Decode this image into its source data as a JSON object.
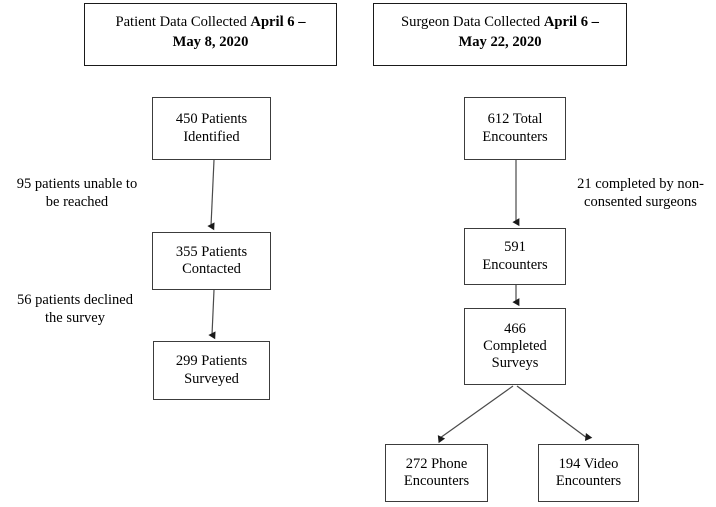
{
  "figure": {
    "type": "flow-diagram",
    "title": "Patient and Surgeon data collection flow diagram",
    "background_color": "#ffffff",
    "line_color": "#3c3c3c",
    "text_color": "#000000"
  },
  "headers": [
    {
      "name": "patient-data-header",
      "prefix": "Patient Data Collected ",
      "bold_part": "April 6 –",
      "line2_bold": "May 8, 2020",
      "full_text": "Patient Data Collected April 6 – May 8, 2020"
    },
    {
      "name": "surgeon-data-header",
      "prefix": "Surgeon Data Collected ",
      "bold_part": "April 6 –",
      "line2_bold": "May 22, 2020",
      "full_text": "Surgeon Data Collected April 6 – May 22, 2020"
    }
  ],
  "patient_branch": {
    "nodes": [
      {
        "id": "patients-identified",
        "count": 450,
        "line1": "450 Patients",
        "line2": "Identified"
      },
      {
        "id": "patients-contacted",
        "count": 355,
        "line1": "355 Patients",
        "line2": "Contacted"
      },
      {
        "id": "patients-surveyed",
        "count": 299,
        "line1": "299 Patients",
        "line2": "Surveyed"
      }
    ],
    "annotations": [
      {
        "id": "unreachable-note",
        "count": 95,
        "line1": "95 patients unable to",
        "line2": "be reached"
      },
      {
        "id": "declined-note",
        "count": 56,
        "line1": "56 patients declined",
        "line2": "the survey"
      }
    ]
  },
  "surgeon_branch": {
    "nodes": [
      {
        "id": "total-encounters",
        "count": 612,
        "line1": "612 Total",
        "line2": "Encounters",
        "line3": ""
      },
      {
        "id": "consented-encounters",
        "count": 591,
        "line1": "591",
        "line2": "Encounters",
        "line3": ""
      },
      {
        "id": "completed-surveys",
        "count": 466,
        "line1": "466",
        "line2": "Completed",
        "line3": "Surveys"
      },
      {
        "id": "phone-encounters",
        "count": 272,
        "line1": "272 Phone",
        "line2": "Encounters",
        "line3": ""
      },
      {
        "id": "video-encounters",
        "count": 194,
        "line1": "194 Video",
        "line2": "Encounters",
        "line3": ""
      }
    ],
    "annotations": [
      {
        "id": "non-consented-note",
        "count": 21,
        "line1": "21 completed by non-",
        "line2": "consented surgeons"
      }
    ]
  }
}
